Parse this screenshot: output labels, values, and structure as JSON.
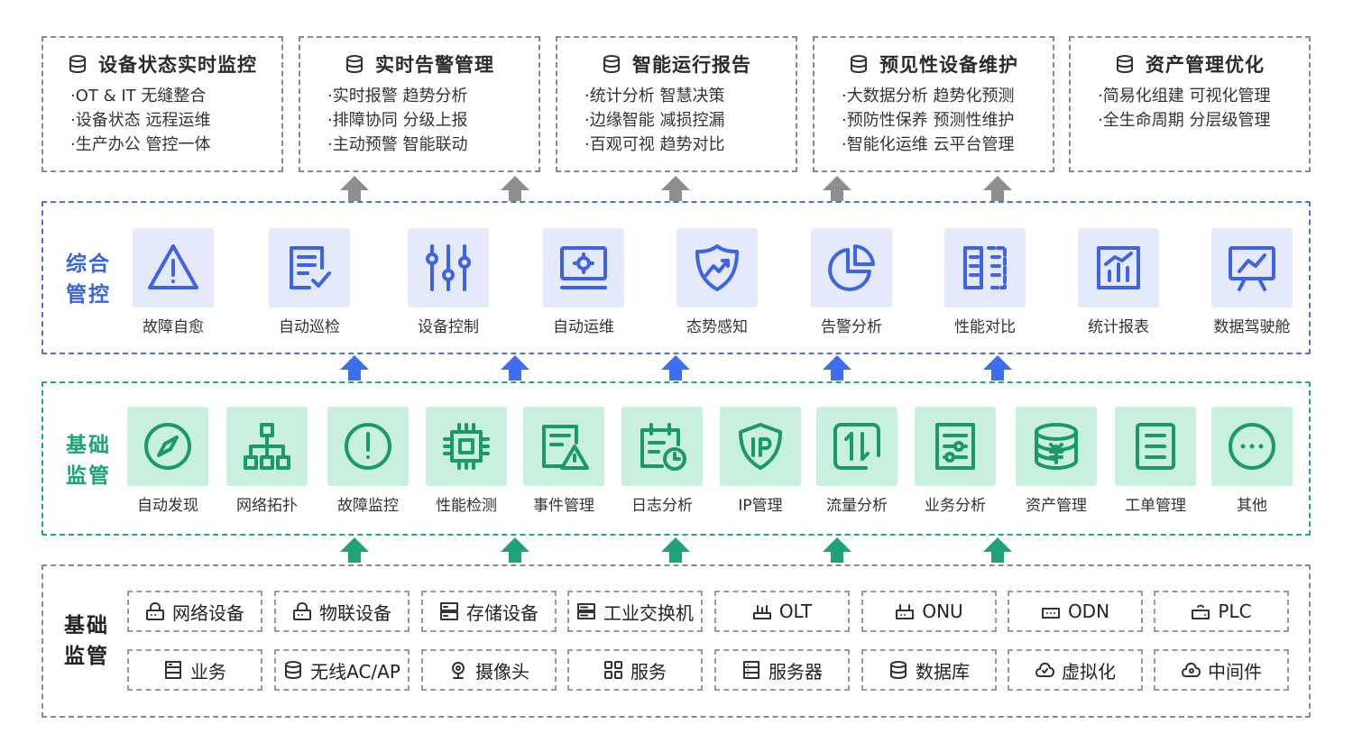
{
  "top_boxes": [
    {
      "title": "设备状态实时监控",
      "items": [
        "·OT & IT 无缝整合",
        "·设备状态 远程运维",
        "·生产办公 管控一体"
      ]
    },
    {
      "title": "实时告警管理",
      "items": [
        "·实时报警 趋势分析",
        "·排障协同 分级上报",
        "·主动预警 智能联动"
      ]
    },
    {
      "title": "智能运行报告",
      "items": [
        "·统计分析 智慧决策",
        "·边缘智能 减损控漏",
        "·百观可视 趋势对比"
      ]
    },
    {
      "title": "预见性设备维护",
      "items": [
        "·大数据分析 趋势化预测",
        "·预防性保养 预测性维护",
        "·智能化运维 云平台管理"
      ]
    },
    {
      "title": "资产管理优化",
      "items": [
        "·简易化组建 可视化管理",
        "·全生命周期 分层级管理"
      ]
    }
  ],
  "layers": {
    "comprehensive": {
      "label_line1": "综合",
      "label_line2": "管控",
      "color": "#3a63e0"
    },
    "basic": {
      "label_line1": "基础",
      "label_line2": "监管",
      "color": "#1ea374"
    },
    "devices": {
      "label_line1": "基础",
      "label_line2": "监管",
      "color": "#222222"
    }
  },
  "comp_tiles": [
    {
      "name": "故障自愈",
      "icon": "warning-triangle-icon"
    },
    {
      "name": "自动巡检",
      "icon": "checklist-icon"
    },
    {
      "name": "设备控制",
      "icon": "sliders-icon"
    },
    {
      "name": "自动运维",
      "icon": "monitor-gear-icon"
    },
    {
      "name": "态势感知",
      "icon": "shield-trend-icon"
    },
    {
      "name": "告警分析",
      "icon": "pie-chart-icon"
    },
    {
      "name": "性能对比",
      "icon": "book-compare-icon"
    },
    {
      "name": "统计报表",
      "icon": "bar-report-icon"
    },
    {
      "name": "数据驾驶舱",
      "icon": "presentation-chart-icon"
    }
  ],
  "base_tiles": [
    {
      "name": "自动发现",
      "icon": "compass-icon"
    },
    {
      "name": "网络拓扑",
      "icon": "topology-icon"
    },
    {
      "name": "故障监控",
      "icon": "alert-circle-icon"
    },
    {
      "name": "性能检测",
      "icon": "chip-icon"
    },
    {
      "name": "事件管理",
      "icon": "document-warning-icon"
    },
    {
      "name": "日志分析",
      "icon": "calendar-clock-icon"
    },
    {
      "name": "IP管理",
      "icon": "ip-shield-icon"
    },
    {
      "name": "流量分析",
      "icon": "traffic-arrows-icon"
    },
    {
      "name": "业务分析",
      "icon": "form-sliders-icon"
    },
    {
      "name": "资产管理",
      "icon": "coin-stack-icon"
    },
    {
      "name": "工单管理",
      "icon": "clipboard-icon"
    },
    {
      "name": "其他",
      "icon": "more-dots-icon"
    }
  ],
  "device_chips_row1": [
    {
      "label": "网络设备",
      "icon": "lock-device-icon"
    },
    {
      "label": "物联设备",
      "icon": "lock-device-icon"
    },
    {
      "label": "存储设备",
      "icon": "storage-icon"
    },
    {
      "label": "工业交换机",
      "icon": "switch-icon"
    },
    {
      "label": "OLT",
      "icon": "olt-icon"
    },
    {
      "label": "ONU",
      "icon": "onu-icon"
    },
    {
      "label": "ODN",
      "icon": "odn-icon"
    },
    {
      "label": "PLC",
      "icon": "plc-icon"
    }
  ],
  "device_chips_row2": [
    {
      "label": "业务",
      "icon": "business-icon"
    },
    {
      "label": "无线AC/AP",
      "icon": "database-icon"
    },
    {
      "label": "摄像头",
      "icon": "camera-icon"
    },
    {
      "label": "服务",
      "icon": "grid-icon"
    },
    {
      "label": "服务器",
      "icon": "server-icon"
    },
    {
      "label": "数据库",
      "icon": "database-icon"
    },
    {
      "label": "虚拟化",
      "icon": "cloud-icon"
    },
    {
      "label": "中间件",
      "icon": "cloud-gear-icon"
    }
  ],
  "colors": {
    "gray_arrow": "#8e8e8e",
    "blue_arrow": "#3e6ef0",
    "green_arrow": "#1ea374",
    "icon_blue": "#3f63e6",
    "icon_green": "#1a9a6c"
  }
}
